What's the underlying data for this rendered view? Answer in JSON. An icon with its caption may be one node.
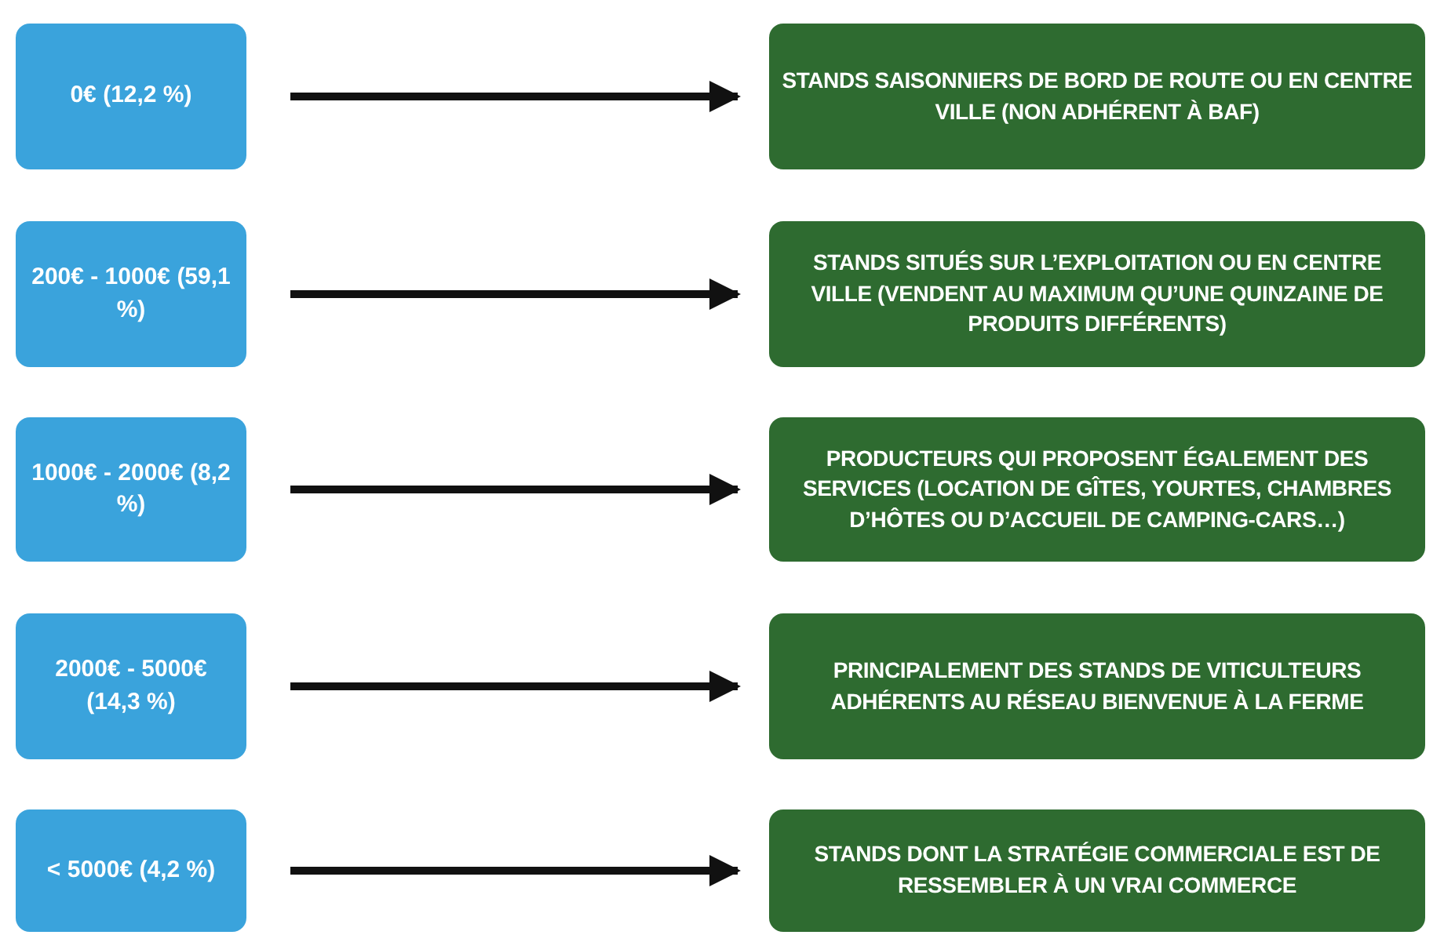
{
  "diagram": {
    "nodes": [
      {
        "text": [
          "0€ (12,2 %)"
        ]
      },
      {
        "text": [
          "STANDS SAISONNIERS DE BORD DE ROUTE OU EN CENTRE VILLE (NON ADHÉRENT À BAF)"
        ]
      },
      {
        "text": [
          "200€ - 1000€ (59,1 %)"
        ]
      },
      {
        "text": [
          "STANDS SITUÉS SUR L’EXPLOITATION OU EN CENTRE VILLE (VENDENT AU MAXIMUM QU’UNE QUINZAINE DE PRODUITS DIFFÉRENTS)"
        ]
      },
      {
        "text": [
          "1000€ - 2000€ (8,2 %)"
        ]
      },
      {
        "text": [
          "PRODUCTEURS QUI PROPOSENT ÉGALEMENT DES SERVICES (LOCATION DE GÎTES, YOURTES, CHAMBRES D’HÔTES OU D’ACCUEIL DE CAMPING-CARS…)"
        ]
      },
      {
        "text": [
          "2000€ - 5000€ (14,3 %)"
        ]
      },
      {
        "text": [
          "PRINCIPALEMENT DES STANDS DE VITICULTEURS ADHÉRENTS AU RÉSEAU BIENVENUE À LA FERME"
        ]
      },
      {
        "text": [
          "< 5000€ (4,2 %)"
        ]
      },
      {
        "text": [
          "STANDS DONT LA STRATÉGIE COMMERCIALE EST DE RESSEMBLER À UN VRAI COMMERCE"
        ]
      }
    ],
    "edges": [
      {
        "from": 0,
        "to": 1,
        "arrow": "to"
      },
      {
        "from": 2,
        "to": 3,
        "arrow": "to"
      },
      {
        "from": 4,
        "to": 5,
        "arrow": "to"
      },
      {
        "from": 6,
        "to": 7,
        "arrow": "to"
      },
      {
        "from": 8,
        "to": 9,
        "arrow": "to"
      }
    ]
  }
}
